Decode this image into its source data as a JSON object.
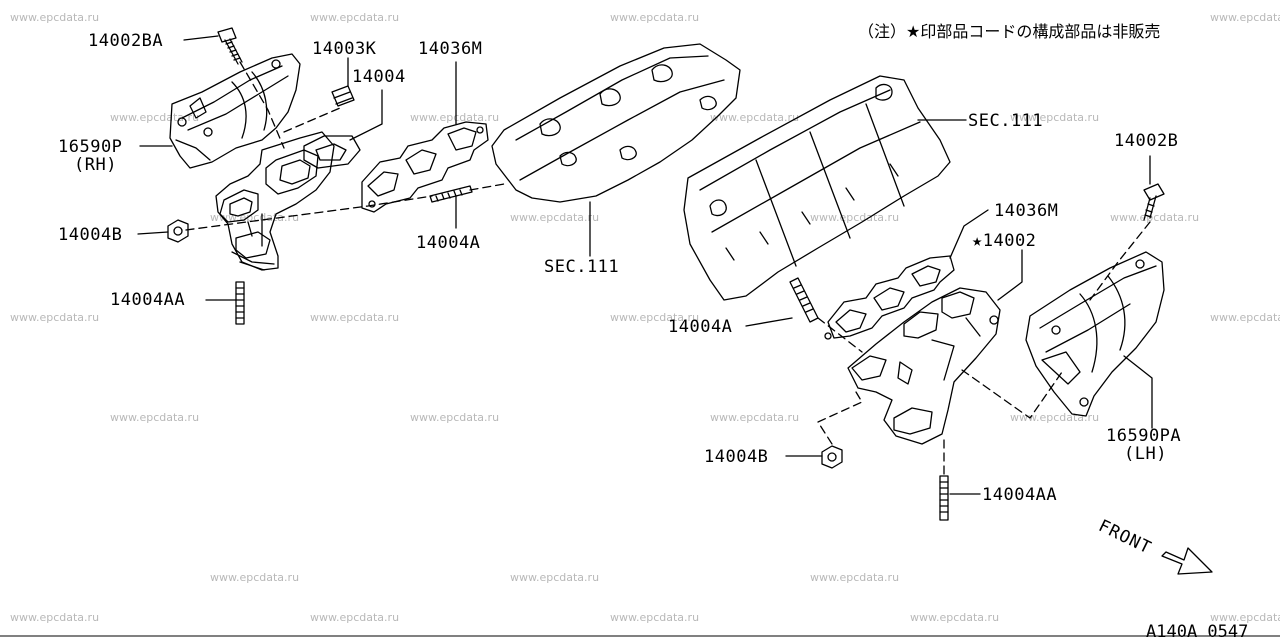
{
  "watermark": "www.epcdata.ru",
  "note": "（注）★印部品コードの構成部品は非販売",
  "diagram_code": "A140A 0547",
  "front_label": "FRONT",
  "labels": {
    "p14002BA": "14002BA",
    "p14003K": "14003K",
    "p14036M_rh": "14036M",
    "p14004": "14004",
    "p16590P": "16590P",
    "rh": "(RH)",
    "p14004B_rh": "14004B",
    "p14004A_rh": "14004A",
    "sec111_lower": "SEC.111",
    "p14004AA_rh": "14004AA",
    "sec111_upper": "SEC.111",
    "p14002B": "14002B",
    "p14036M_lh": "14036M",
    "p14002_star": "★14002",
    "p14004A_lh": "14004A",
    "p14004B_lh": "14004B",
    "p14004AA_lh": "14004AA",
    "p16590PA": "16590PA",
    "lh": "(LH)"
  }
}
